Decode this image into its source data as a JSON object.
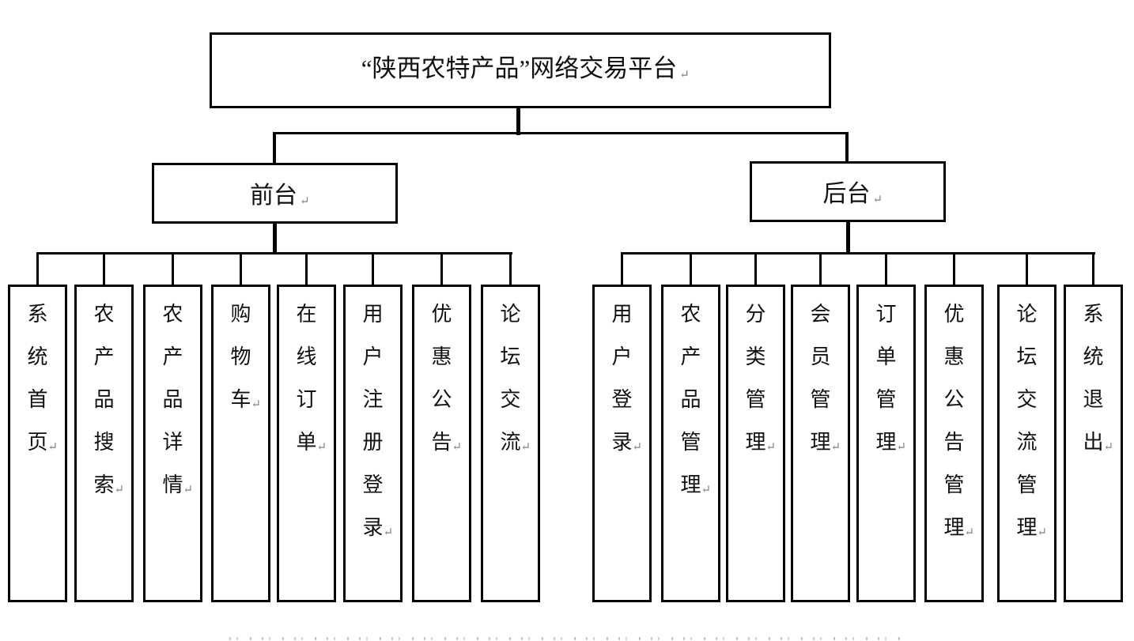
{
  "diagram": {
    "root": {
      "label": "“陕西农特产品”网络交易平台"
    },
    "branches": [
      {
        "label": "前台",
        "children": [
          "系统首页",
          "农产品搜索",
          "农产品详情",
          "购物车",
          "在线订单",
          "用户注册登录",
          "优惠公告",
          "论坛交流"
        ]
      },
      {
        "label": "后台",
        "children": [
          "用户登录",
          "农产品管理",
          "分类管理",
          "会员管理",
          "订单管理",
          "优惠公告管理",
          "论坛交流管理",
          "系统退出"
        ]
      }
    ]
  },
  "marks": {
    "return_mark": "↵"
  },
  "colors": {
    "line": "#000000",
    "background": "#ffffff",
    "text": "#111111",
    "return_mark": "#808080"
  }
}
